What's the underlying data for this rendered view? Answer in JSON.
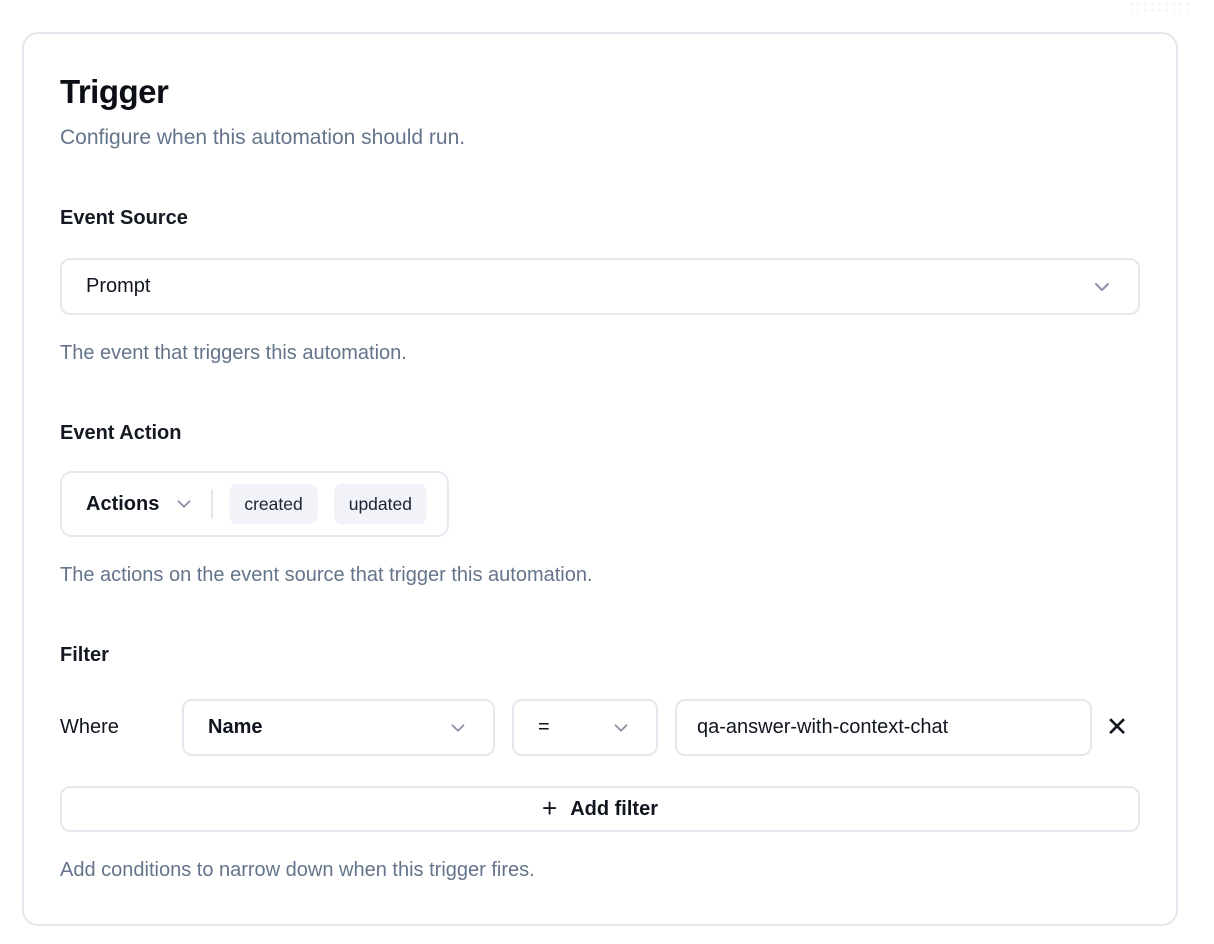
{
  "card": {
    "title": "Trigger",
    "subtitle": "Configure when this automation should run.",
    "event_source": {
      "label": "Event Source",
      "selected_value": "Prompt",
      "help": "The event that triggers this automation."
    },
    "event_action": {
      "label": "Event Action",
      "dropdown_label": "Actions",
      "selected_actions": [
        "created",
        "updated"
      ],
      "help": "The actions on the event source that trigger this automation."
    },
    "filter": {
      "label": "Filter",
      "where_label": "Where",
      "field_value": "Name",
      "operator_value": "=",
      "condition_value": "qa-answer-with-context-chat",
      "add_button_label": "Add filter",
      "help": "Add conditions to narrow down when this trigger fires."
    }
  },
  "icons": {
    "remove": "✕",
    "plus": "+",
    "chevron_down": "chevron-down-icon"
  },
  "colors": {
    "border": "#e4e7ee",
    "tag_background": "#f1f3f9",
    "text_dark": "#10151f",
    "text_muted": "#64748b",
    "chevron": "#8b93a5"
  }
}
